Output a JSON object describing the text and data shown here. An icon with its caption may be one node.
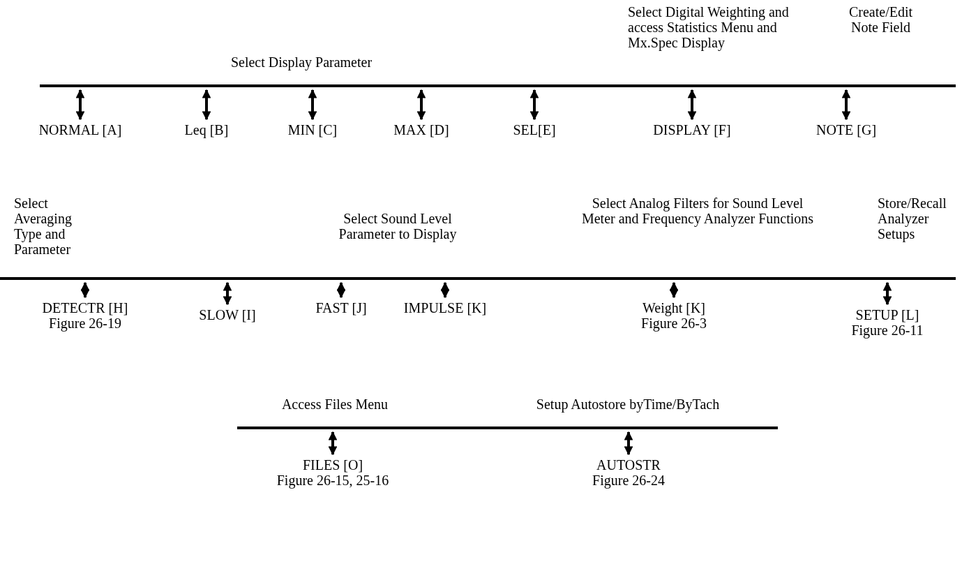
{
  "diagram": {
    "nodes": [
      {
        "text": [],
        "shape": "bar"
      },
      {
        "text": [
          "NORMAL [A]"
        ]
      },
      {
        "text": [
          "Leq [B]"
        ]
      },
      {
        "text": [
          "MIN [C]"
        ]
      },
      {
        "text": [
          "MAX [D]"
        ]
      },
      {
        "text": [
          "SEL[E]"
        ]
      },
      {
        "text": [
          "DISPLAY [F]"
        ]
      },
      {
        "text": [
          "NOTE [G]"
        ]
      },
      {
        "text": [],
        "shape": "bar"
      },
      {
        "text": [
          "DETECTR [H]",
          "Figure 26-19"
        ]
      },
      {
        "text": [
          "SLOW [I]"
        ]
      },
      {
        "text": [
          "FAST [J]"
        ]
      },
      {
        "text": [
          "IMPULSE [K]"
        ]
      },
      {
        "text": [
          "Weight [K]",
          "Figure 26-3"
        ]
      },
      {
        "text": [
          "SETUP [L]",
          "Figure 26-11"
        ]
      },
      {
        "text": [],
        "shape": "bar"
      },
      {
        "text": [
          "FILES [O]",
          "Figure 26-15, 25-16"
        ]
      },
      {
        "text": [
          "AUTOSTR",
          "Figure 26-24"
        ]
      }
    ],
    "edges": [
      {
        "from": 0,
        "to": 1,
        "arrow": "both"
      },
      {
        "from": 0,
        "to": 2,
        "arrow": "both"
      },
      {
        "from": 0,
        "to": 3,
        "arrow": "both"
      },
      {
        "from": 0,
        "to": 4,
        "arrow": "both"
      },
      {
        "from": 0,
        "to": 5,
        "arrow": "both"
      },
      {
        "from": 0,
        "to": 6,
        "arrow": "both"
      },
      {
        "from": 0,
        "to": 7,
        "arrow": "both"
      },
      {
        "from": 8,
        "to": 9,
        "arrow": "both"
      },
      {
        "from": 8,
        "to": 10,
        "arrow": "both"
      },
      {
        "from": 8,
        "to": 11,
        "arrow": "both"
      },
      {
        "from": 8,
        "to": 12,
        "arrow": "both"
      },
      {
        "from": 8,
        "to": 13,
        "arrow": "both"
      },
      {
        "from": 8,
        "to": 14,
        "arrow": "both"
      },
      {
        "from": 15,
        "to": 16,
        "arrow": "both"
      },
      {
        "from": 15,
        "to": 17,
        "arrow": "both"
      }
    ],
    "labels": [
      "Select Digital Weighting and access Statistics Menu and Mx.Spec Display",
      "Create/Edit Note Field",
      "Select Display Parameter",
      "Select Averaging Type and Parameter",
      "Select Analog Filters for Sound Level Meter and Frequency Analyzer Functions",
      "Store/Recall Analyzer Setups",
      "Select Sound Level Parameter to Display",
      "Access Files Menu",
      "Setup Autostore byTime/ByTach"
    ]
  }
}
